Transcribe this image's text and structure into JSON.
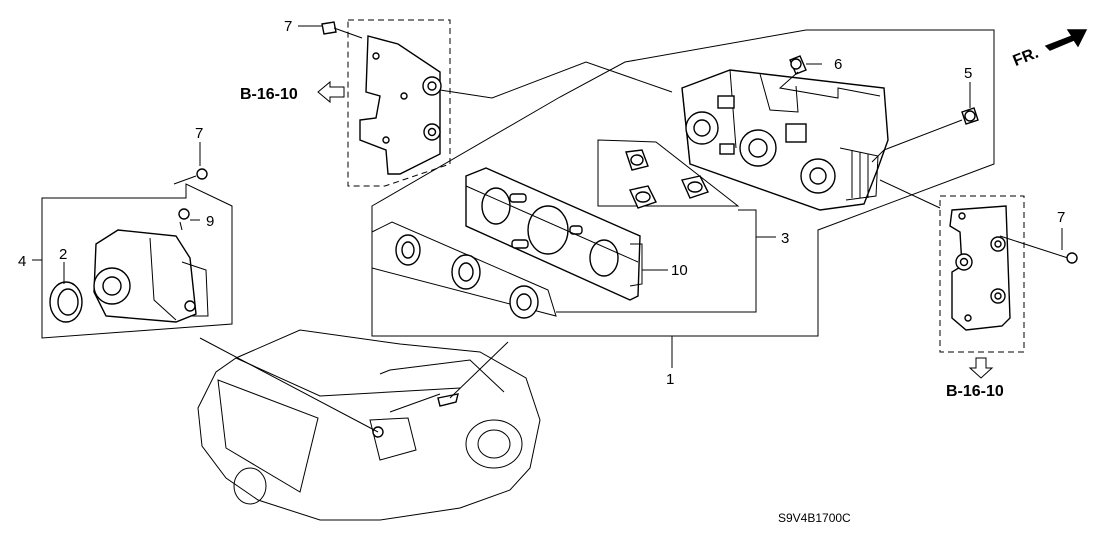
{
  "callouts": {
    "c1": "1",
    "c2": "2",
    "c3": "3",
    "c4": "4",
    "c5": "5",
    "c6": "6",
    "c7a": "7",
    "c7b": "7",
    "c7c": "7",
    "c9": "9",
    "c10": "10"
  },
  "references": {
    "left": "B-16-10",
    "bottom": "B-16-10"
  },
  "direction": {
    "label": "FR."
  },
  "diagram_code": "S9V4B1700C"
}
